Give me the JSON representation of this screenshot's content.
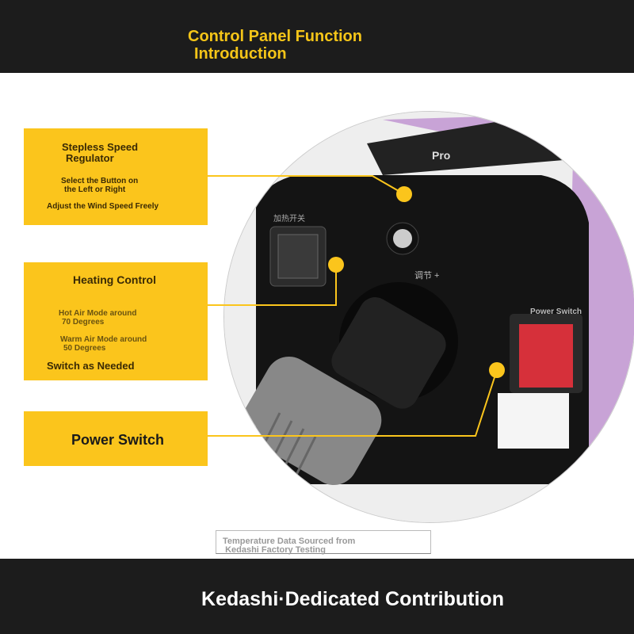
{
  "header": {
    "title_line1": "Control Panel Function",
    "title_line2": "Introduction"
  },
  "callouts": [
    {
      "title_line1": "Stepless Speed",
      "title_line2": "Regulator",
      "text1_line1": "Select the Button on",
      "text1_line2": "the Left or Right",
      "text2": "Adjust the Wind Speed Freely"
    },
    {
      "title": "Heating Control",
      "text1_line1": "Hot Air Mode around",
      "text1_line2": "70 Degrees",
      "text2_line1": "Warm Air Mode around",
      "text2_line2": "50 Degrees",
      "text3": "Switch as Needed"
    },
    {
      "title": "Power Switch"
    }
  ],
  "device": {
    "brand_label": "Pro",
    "panel_label": "Power Switch",
    "heat_label": "加热开关",
    "speed_label": "调节 +"
  },
  "note": {
    "line1": "Temperature Data Sourced from",
    "line2": "Kedashi Factory Testing"
  },
  "footer": {
    "text": "Kedashi·Dedicated Contribution"
  },
  "colors": {
    "accent": "#fbc51c",
    "band": "#1c1c1c",
    "device_body": "#c9a6d8"
  }
}
